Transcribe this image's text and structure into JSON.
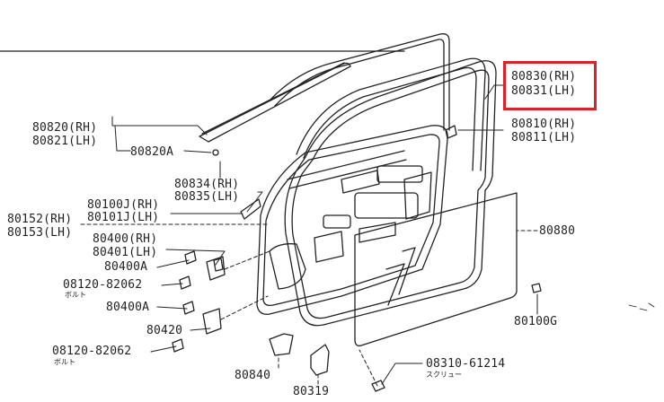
{
  "colors": {
    "highlight": "#d9222a",
    "ink": "#222222",
    "background": "#ffffff"
  },
  "labels": {
    "p80830": "80830(RH)",
    "p80831": "80831(LH)",
    "p80820": "80820(RH)",
    "p80821": "80821(LH)",
    "p80820a": "80820A",
    "p80810": "80810(RH)",
    "p80811": "80811(LH)",
    "p80834": "80834(RH)",
    "p80835": "80835(LH)",
    "p80100j": "80100J(RH)",
    "p80101j": "80101J(LH)",
    "p80152": "80152(RH)",
    "p80153": "80153(LH)",
    "p80400": "80400(RH)",
    "p80401": "80401(LH)",
    "p80400a_1": "80400A",
    "p08120_1": "08120-82062",
    "p08120_1_sub": "ボルト",
    "p80400a_2": "80400A",
    "p80420": "80420",
    "p08120_2": "08120-82062",
    "p08120_2_sub": "ボルト",
    "p80840": "80840",
    "p80319": "80319",
    "p08310": "08310-61214",
    "p08310_sub": "スクリュー",
    "p80880": "80880",
    "p80100g": "80100G"
  }
}
